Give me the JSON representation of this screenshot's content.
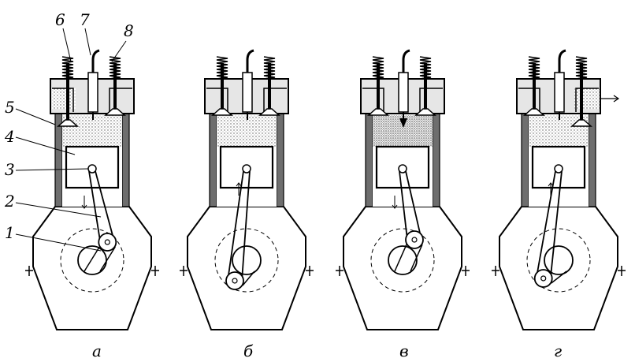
{
  "callouts": [
    {
      "id": "1",
      "text": "1"
    },
    {
      "id": "2",
      "text": "2"
    },
    {
      "id": "3",
      "text": "3"
    },
    {
      "id": "4",
      "text": "4"
    },
    {
      "id": "5",
      "text": "5"
    },
    {
      "id": "6",
      "text": "6"
    },
    {
      "id": "7",
      "text": "7"
    },
    {
      "id": "8",
      "text": "8"
    }
  ],
  "stages": [
    {
      "key": "a",
      "caption": "а",
      "piston": "top",
      "crank_angle": 40,
      "fill": "intake",
      "intake_valve": "open",
      "exhaust_valve": "closed"
    },
    {
      "key": "b",
      "caption": "б",
      "piston": "top",
      "crank_angle": 210,
      "fill": "compression",
      "intake_valve": "closed",
      "exhaust_valve": "closed"
    },
    {
      "key": "v",
      "caption": "в",
      "piston": "bottom",
      "crank_angle": 30,
      "fill": "combustion",
      "intake_valve": "closed",
      "exhaust_valve": "closed"
    },
    {
      "key": "g",
      "caption": "г",
      "piston": "bottom",
      "crank_angle": 220,
      "fill": "exhaust",
      "intake_valve": "closed",
      "exhaust_valve": "open"
    }
  ],
  "colors": {
    "line": "#000000",
    "wall": "#6e6e6e",
    "gas": "#d8d8d8",
    "background": "#ffffff"
  }
}
